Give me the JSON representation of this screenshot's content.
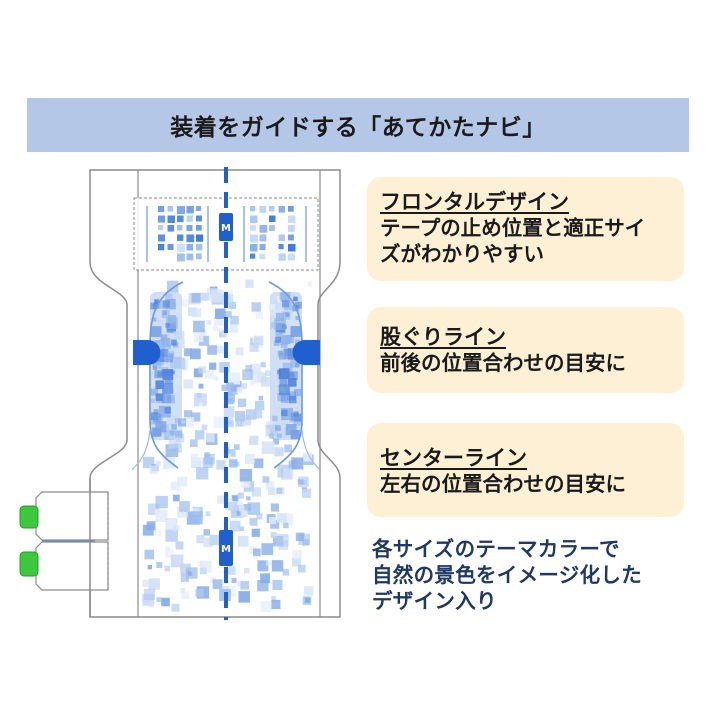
{
  "header": {
    "title": "装着をガイドする「あてかたナビ」"
  },
  "features": [
    {
      "title": "フロンタルデザイン",
      "body_lines": [
        "テープの止め位置と適正サイ",
        "ズがわかりやすい"
      ]
    },
    {
      "title": "股ぐりライン",
      "body_lines": [
        "前後の位置合わせの目安に"
      ]
    },
    {
      "title": "センターライン",
      "body_lines": [
        "左右の位置合わせの目安に"
      ]
    }
  ],
  "caption": {
    "lines": [
      "各サイズのテーマカラーで",
      "自然の景色をイメージ化した",
      "デザイン入り"
    ]
  },
  "illustration": {
    "size_badges": [
      "M",
      "M"
    ]
  },
  "colors": {
    "header_bg": "#b4c7e7",
    "box_bg": "#fdf0d5",
    "caption_text": "#1f3864",
    "accent_blue": "#1f5fcf",
    "tab_green": "#3cc83c",
    "outline_gray": "#8c8c8c"
  }
}
